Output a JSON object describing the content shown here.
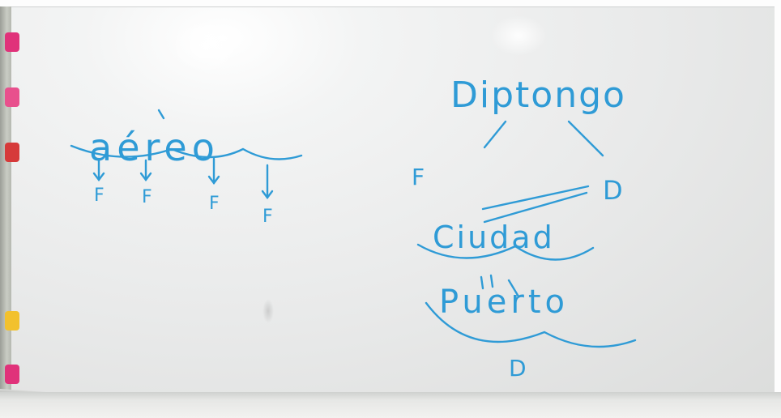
{
  "board": {
    "word_left": "aéreo",
    "letter_marks": [
      "F",
      "F",
      "F",
      "F"
    ],
    "title": "Diptongo",
    "branch_left": "F",
    "branch_right": "D",
    "example_1": "Ciudad",
    "example_2": "Puerto",
    "example_2_mark": "D"
  },
  "colors": {
    "marker": "#2f9bd6",
    "board": "#e9eaea"
  }
}
